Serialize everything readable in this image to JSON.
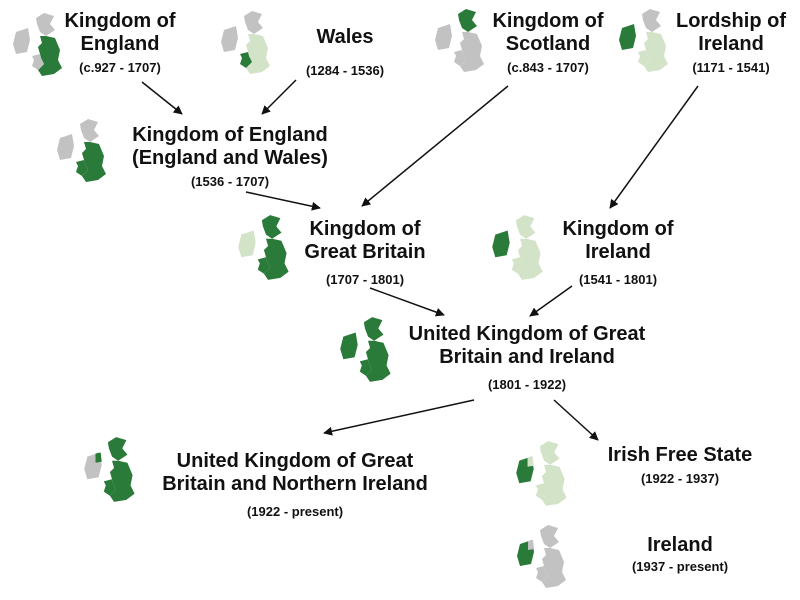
{
  "colors": {
    "highlight": "#2a7a3a",
    "light": "#d2e3c8",
    "grey": "#c2c2c2",
    "arrow": "#111111"
  },
  "icons": {
    "kingdom-of-england": "uk-map-england-highlighted-icon",
    "wales": "uk-map-wales-highlighted-icon",
    "kingdom-of-scotland": "uk-map-scotland-highlighted-icon",
    "lordship-of-ireland": "uk-map-ireland-highlighted-icon",
    "england-and-wales": "uk-map-england-wales-highlighted-icon",
    "great-britain": "uk-map-great-britain-highlighted-icon",
    "kingdom-of-ireland": "uk-map-ireland-highlighted-icon",
    "uk-gb-ireland": "uk-map-all-highlighted-icon",
    "uk-gb-ni": "uk-map-gb-ni-highlighted-icon",
    "irish-free-state": "uk-map-ireland-free-state-highlighted-icon",
    "ireland": "uk-map-ireland-highlighted-icon"
  },
  "nodes": {
    "kingdom_of_england": {
      "line1": "Kingdom of",
      "line2": "England",
      "dates": "(c.927 - 1707)"
    },
    "wales": {
      "line1": "Wales",
      "dates": "(1284 - 1536)"
    },
    "kingdom_of_scotland": {
      "line1": "Kingdom of",
      "line2": "Scotland",
      "dates": "(c.843 - 1707)"
    },
    "lordship_of_ireland": {
      "line1": "Lordship of",
      "line2": "Ireland",
      "dates": "(1171 - 1541)"
    },
    "england_and_wales": {
      "line1": "Kingdom of England",
      "line2": "(England and Wales)",
      "dates": "(1536 - 1707)"
    },
    "great_britain": {
      "line1": "Kingdom of",
      "line2": "Great Britain",
      "dates": "(1707 - 1801)"
    },
    "kingdom_of_ireland": {
      "line1": "Kingdom of",
      "line2": "Ireland",
      "dates": "(1541 - 1801)"
    },
    "uk_gb_ireland": {
      "line1": "United Kingdom of Great",
      "line2": "Britain and Ireland",
      "dates": "(1801 - 1922)"
    },
    "uk_gb_ni": {
      "line1": "United Kingdom of Great",
      "line2": "Britain and Northern Ireland",
      "dates": "(1922 - present)"
    },
    "irish_free_state": {
      "line1": "Irish Free State",
      "dates": "(1922 - 1937)"
    },
    "ireland": {
      "line1": "Ireland",
      "dates": "(1937 - present)"
    }
  },
  "edges": [
    {
      "from": "kingdom_of_england",
      "to": "england_and_wales"
    },
    {
      "from": "wales",
      "to": "england_and_wales"
    },
    {
      "from": "england_and_wales",
      "to": "great_britain"
    },
    {
      "from": "kingdom_of_scotland",
      "to": "great_britain"
    },
    {
      "from": "lordship_of_ireland",
      "to": "kingdom_of_ireland"
    },
    {
      "from": "great_britain",
      "to": "uk_gb_ireland"
    },
    {
      "from": "kingdom_of_ireland",
      "to": "uk_gb_ireland"
    },
    {
      "from": "uk_gb_ireland",
      "to": "uk_gb_ni"
    },
    {
      "from": "uk_gb_ireland",
      "to": "irish_free_state"
    }
  ]
}
